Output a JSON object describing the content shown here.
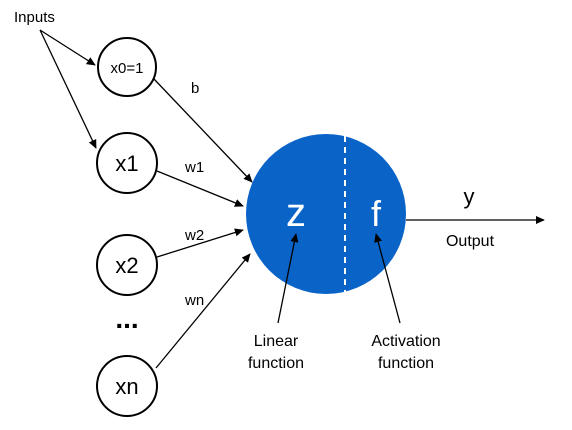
{
  "inputs_label": "Inputs",
  "nodes": {
    "x0": "x0=1",
    "x1": "x1",
    "x2": "x2",
    "ellipsis": "...",
    "xn": "xn"
  },
  "weights": {
    "b": "b",
    "w1": "w1",
    "w2": "w2",
    "wn": "wn"
  },
  "neuron": {
    "z": "z",
    "f": "f",
    "color": "#0a64c8"
  },
  "output": {
    "y": "y",
    "label": "Output"
  },
  "annotations": {
    "linear_line1": "Linear",
    "linear_line2": "function",
    "activation_line1": "Activation",
    "activation_line2": "function"
  }
}
